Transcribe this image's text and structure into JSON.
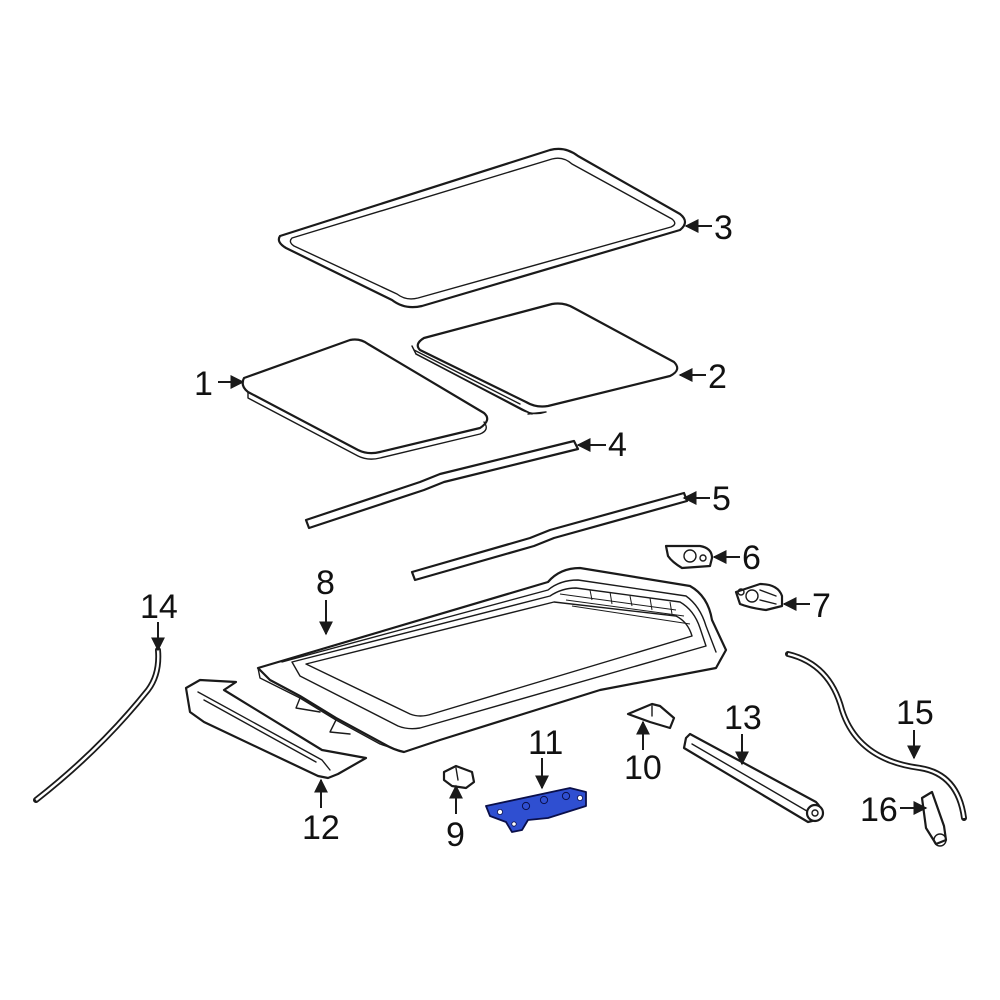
{
  "highlight_color": "#2f4fd1",
  "outline_color": "#1a1a1a",
  "highlighted_part": "11",
  "callouts": [
    {
      "id": "1",
      "label": "1"
    },
    {
      "id": "2",
      "label": "2"
    },
    {
      "id": "3",
      "label": "3"
    },
    {
      "id": "4",
      "label": "4"
    },
    {
      "id": "5",
      "label": "5"
    },
    {
      "id": "6",
      "label": "6"
    },
    {
      "id": "7",
      "label": "7"
    },
    {
      "id": "8",
      "label": "8"
    },
    {
      "id": "9",
      "label": "9"
    },
    {
      "id": "10",
      "label": "10"
    },
    {
      "id": "11",
      "label": "11"
    },
    {
      "id": "12",
      "label": "12"
    },
    {
      "id": "13",
      "label": "13"
    },
    {
      "id": "14",
      "label": "14"
    },
    {
      "id": "15",
      "label": "15"
    },
    {
      "id": "16",
      "label": "16"
    }
  ]
}
